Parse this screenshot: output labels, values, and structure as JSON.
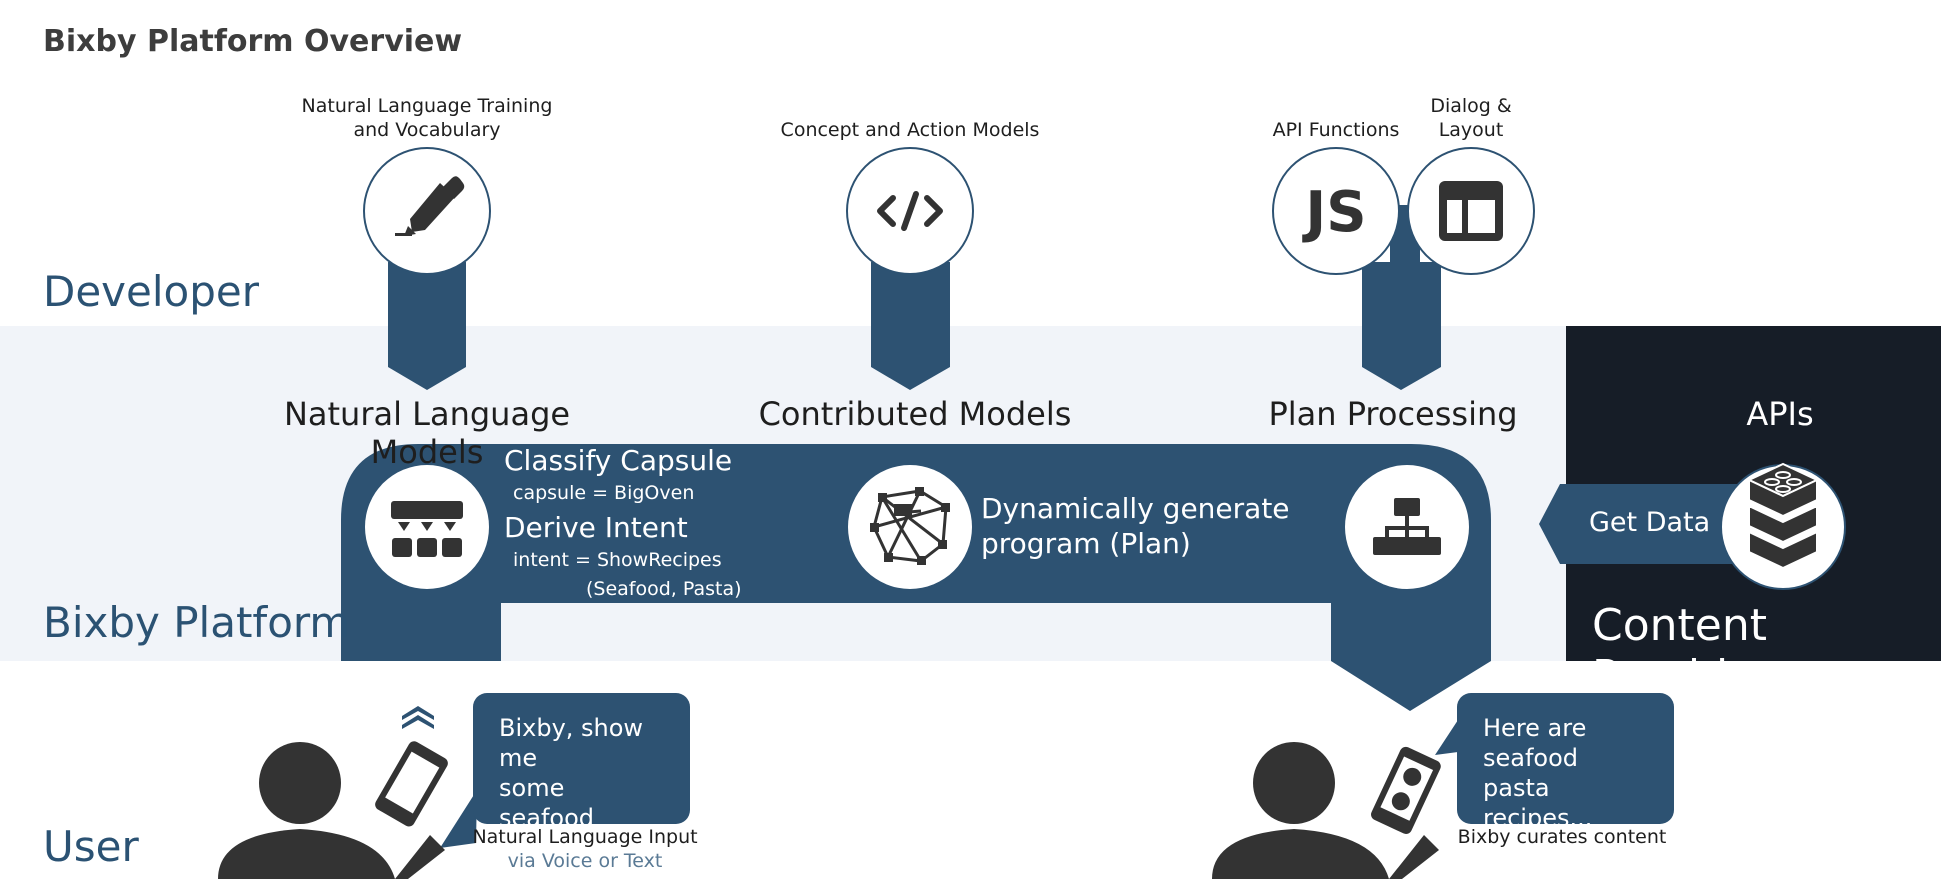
{
  "title": "Bixby Platform Overview",
  "zones": {
    "developer": "Developer",
    "platform": "Bixby Platform",
    "user": "User",
    "content_provider": "Content Provider"
  },
  "developer_inputs": [
    {
      "label": "Natural Language Training\nand Vocabulary",
      "icon": "highlighter-icon"
    },
    {
      "label": "Concept and Action Models",
      "icon": "code-icon"
    },
    {
      "label": "API Functions",
      "icon": "javascript-icon",
      "icon_text": "JS"
    },
    {
      "label": "Dialog &\nLayout",
      "icon": "layout-icon"
    }
  ],
  "sections": {
    "nl_models": "Natural Language Models",
    "contributed": "Contributed Models",
    "plan": "Plan Processing",
    "apis": "APIs"
  },
  "pipeline": {
    "classify_title": "Classify Capsule",
    "classify_detail": "capsule = BigOven",
    "intent_title": "Derive Intent",
    "intent_detail": "intent = ShowRecipes",
    "intent_args": "(Seafood, Pasta)",
    "generate": "Dynamically generate\nprogram (Plan)",
    "get_data": "Get Data"
  },
  "user_input": {
    "bubble": "Bixby, show me\nsome seafood\npasta recipes.",
    "caption": "Natural Language Input",
    "caption_sub": "via Voice or Text"
  },
  "user_output": {
    "bubble": "Here are\nseafood pasta\nrecipes...",
    "caption": "Bixby curates content"
  },
  "colors": {
    "navy": "#2d5272",
    "dark_panel": "#161d27",
    "band": "#f1f4f9",
    "icon_dark": "#333333"
  }
}
